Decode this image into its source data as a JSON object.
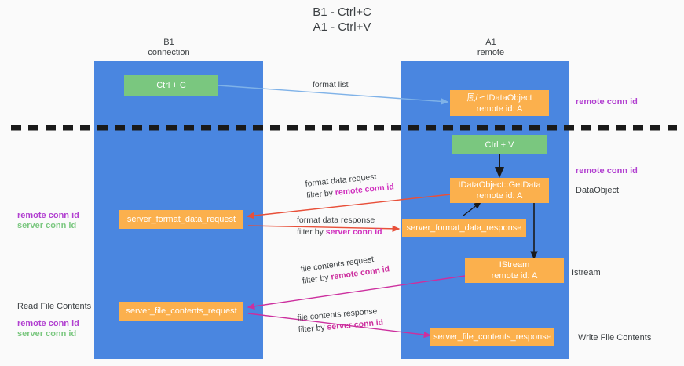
{
  "title": "B1 - Ctrl+C\nA1 - Ctrl+V",
  "columns": {
    "left": "B1\nconnection",
    "right": "A1\nremote"
  },
  "boxes": {
    "ctrl_c": "Ctrl + C",
    "ctrl_v": "Ctrl + V",
    "data_object_remote": "凨/㇀IDataObject\nremote id: A",
    "get_data": "IDataObject::GetData\nremote id: A",
    "istream": "IStream\nremote id: A",
    "server_format_data_request": "server_format_data_request",
    "server_format_data_response": "server_format_data_response",
    "server_file_contents_request": "server_file_contents_request",
    "server_file_contents_response": "server_file_contents_response"
  },
  "right_labels": {
    "remote_conn_id_top": "remote conn id",
    "remote_conn_id_mid": "remote conn id",
    "data_object": "DataObject",
    "istream": "Istream",
    "write_file_contents": "Write File Contents"
  },
  "left_labels": {
    "remote_conn_id": "remote conn id",
    "server_conn_id": "server conn id",
    "read_file_contents": "Read File Contents",
    "remote_conn_id_2": "remote conn id",
    "server_conn_id_2": "server conn id"
  },
  "edges": {
    "format_list": "format list",
    "format_data_request": "format data request",
    "format_data_request_filter_prefix": "filter by ",
    "format_data_request_filter_key": "remote conn id",
    "format_data_response": "format data response",
    "format_data_response_filter_prefix": "filter by ",
    "format_data_response_filter_key": "server conn id",
    "file_contents_request": "file contents request",
    "file_contents_request_filter_prefix": "filter by ",
    "file_contents_request_filter_key": "remote conn id",
    "file_contents_response": "file contents response",
    "file_contents_response_filter_prefix": "filter by ",
    "file_contents_response_filter_key": "server conn id"
  },
  "colors": {
    "lane": "#4a86e0",
    "green_box": "#7ac77f",
    "orange_box": "#fbb04d",
    "purple_text": "#b13fd0",
    "magenta_arrow": "#cc2f9e",
    "red_arrow": "#e8503a",
    "blue_arrow": "#7fb2e8",
    "divider": "#1a1a1a",
    "background": "#fafafa"
  }
}
